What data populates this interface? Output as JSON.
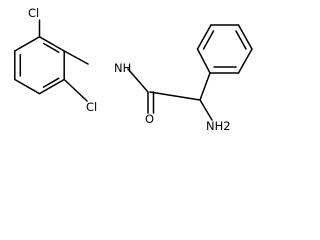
{
  "molecule": {
    "atom_labels": {
      "cl_top": "Cl",
      "cl_bottom": "Cl",
      "nh": "NH",
      "o": "O",
      "nh2": "NH2"
    }
  }
}
